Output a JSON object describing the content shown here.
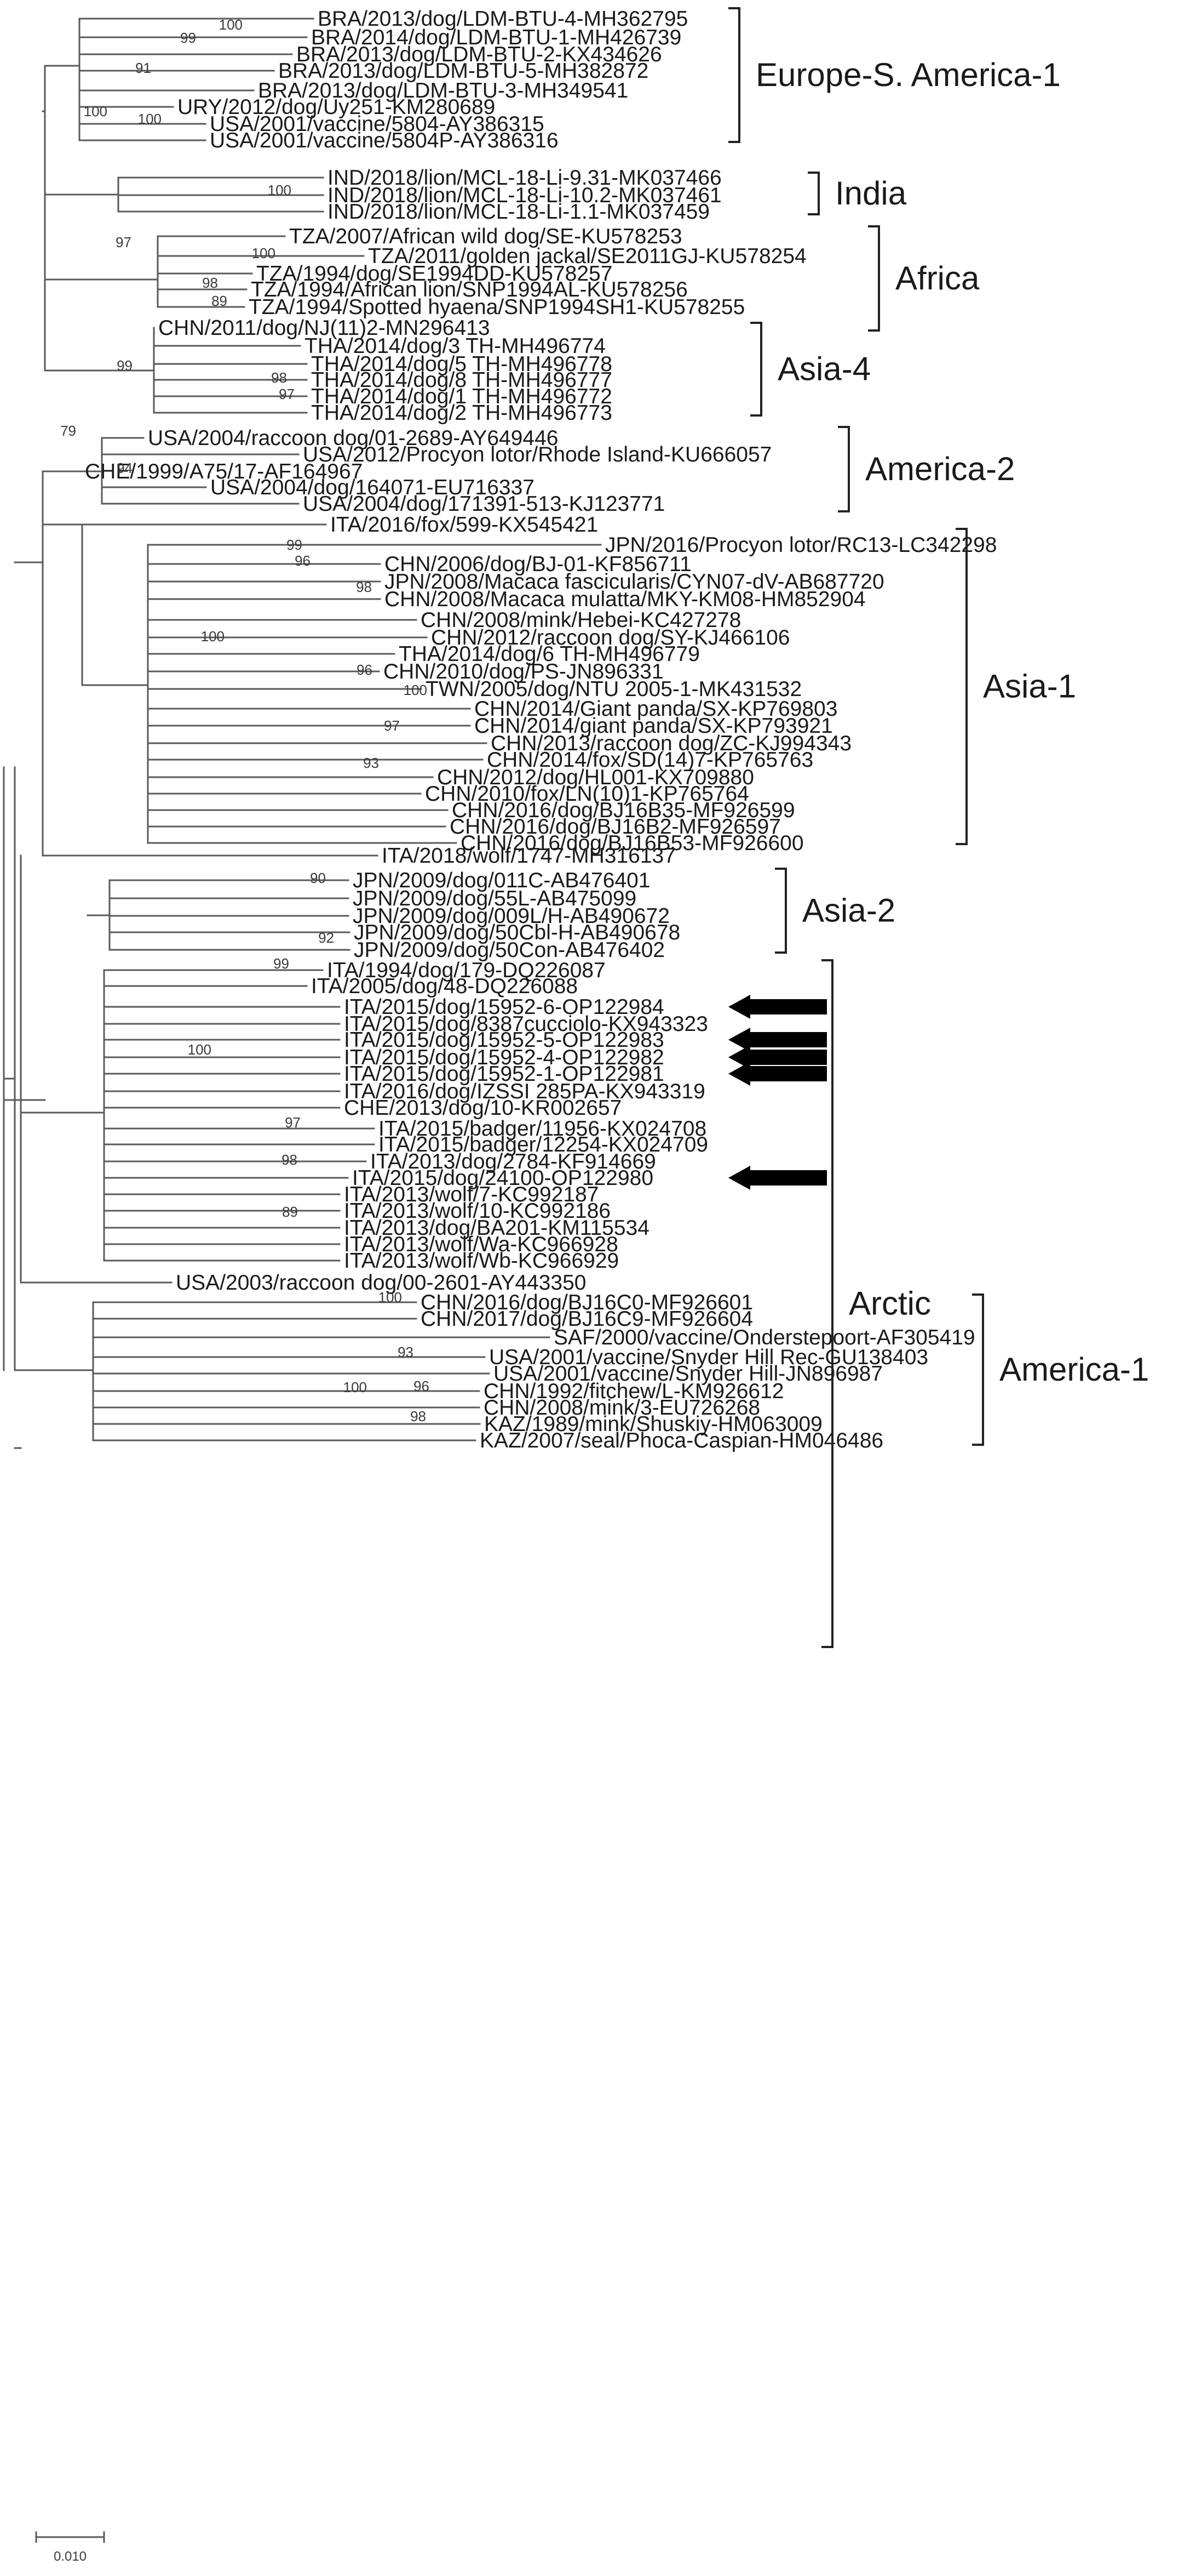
{
  "tree": {
    "tips": [
      "BRA/2013/dog/LDM-BTU-4-MH362795",
      "BRA/2014/dog/LDM-BTU-1-MH426739",
      "BRA/2013/dog/LDM-BTU-2-KX434626",
      "BRA/2013/dog/LDM-BTU-5-MH382872",
      "BRA/2013/dog/LDM-BTU-3-MH349541",
      "URY/2012/dog/Uy251-KM280689",
      "USA/2001/vaccine/5804-AY386315",
      "USA/2001/vaccine/5804P-AY386316",
      "IND/2018/lion/MCL-18-Li-9.31-MK037466",
      "IND/2018/lion/MCL-18-Li-10.2-MK037461",
      "IND/2018/lion/MCL-18-Li-1.1-MK037459",
      "TZA/2007/African wild dog/SE-KU578253",
      "TZA/2011/golden jackal/SE2011GJ-KU578254",
      "TZA/1994/dog/SE1994DD-KU578257",
      "TZA/1994/African lion/SNP1994AL-KU578256",
      "TZA/1994/Spotted hyaena/SNP1994SH1-KU578255",
      "CHN/2011/dog/NJ(11)2-MN296413",
      "THA/2014/dog/3 TH-MH496774",
      "THA/2014/dog/5 TH-MH496778",
      "THA/2014/dog/8 TH-MH496777",
      "THA/2014/dog/1 TH-MH496772",
      "THA/2014/dog/2 TH-MH496773",
      "USA/2004/raccoon dog/01-2689-AY649446",
      "USA/2012/Procyon lotor/Rhode Island-KU666057",
      "CHE/1999/A75/17-AF164967",
      "USA/2004/dog/164071-EU716337",
      "USA/2004/dog/171391-513-KJ123771",
      "ITA/2016/fox/599-KX545421",
      "JPN/2016/Procyon lotor/RC13-LC342298",
      "CHN/2006/dog/BJ-01-KF856711",
      "JPN/2008/Macaca fascicularis/CYN07-dV-AB687720",
      "CHN/2008/Macaca mulatta/MKY-KM08-HM852904",
      "CHN/2008/mink/Hebei-KC427278",
      "CHN/2012/raccoon dog/SY-KJ466106",
      "THA/2014/dog/6 TH-MH496779",
      "CHN/2010/dog/PS-JN896331",
      "TWN/2005/dog/NTU 2005-1-MK431532",
      "CHN/2014/Giant panda/SX-KP769803",
      "CHN/2014/giant panda/SX-KP793921",
      "CHN/2013/raccoon dog/ZC-KJ994343",
      "CHN/2014/fox/SD(14)7-KP765763",
      "CHN/2012/dog/HL001-KX709880",
      "CHN/2010/fox/LN(10)1-KP765764",
      "CHN/2016/dog/BJ16B35-MF926599",
      "CHN/2016/dog/BJ16B2-MF926597",
      "CHN/2016/dog/BJ16B53-MF926600",
      "ITA/2018/wolf/1747-MH316137",
      "JPN/2009/dog/011C-AB476401",
      "JPN/2009/dog/55L-AB475099",
      "JPN/2009/dog/009L/H-AB490672",
      "JPN/2009/dog/50Cbl-H-AB490678",
      "JPN/2009/dog/50Con-AB476402",
      "ITA/1994/dog/179-DQ226087",
      "ITA/2005/dog/48-DQ226088",
      "ITA/2015/dog/15952-6-OP122984",
      "ITA/2015/dog/8387cucciolo-KX943323",
      "ITA/2015/dog/15952-5-OP122983",
      "ITA/2015/dog/15952-4-OP122982",
      "ITA/2015/dog/15952-1-OP122981",
      "ITA/2016/dog/IZSSI 285PA-KX943319",
      "CHE/2013/dog/10-KR002657",
      "ITA/2015/badger/11956-KX024708",
      "ITA/2015/badger/12254-KX024709",
      "ITA/2013/dog/2784-KF914669",
      "ITA/2015/dog/24100-OP122980",
      "ITA/2013/wolf/7-KC992187",
      "ITA/2013/wolf/10-KC992186",
      "ITA/2013/dog/BA201-KM115534",
      "ITA/2013/wolf/Wa-KC966928",
      "ITA/2013/wolf/Wb-KC966929",
      "USA/2003/raccoon dog/00-2601-AY443350",
      "CHN/2016/dog/BJ16C0-MF926601",
      "CHN/2017/dog/BJ16C9-MF926604",
      "SAF/2000/vaccine/Onderstepoort-AF305419",
      "USA/2001/vaccine/Snyder Hill Rec-GU138403",
      "USA/2001/vaccine/Snyder Hill-JN896987",
      "CHN/1992/fitchew/L-KM926612",
      "CHN/2008/mink/3-EU726268",
      "KAZ/1989/mink/Shuskiy-HM063009",
      "KAZ/2007/seal/Phoca-Caspian-HM046486"
    ],
    "bootstraps": [
      "100",
      "99",
      "91",
      "100",
      "100",
      "100",
      "97",
      "100",
      "98",
      "89",
      "99",
      "98",
      "97",
      "79",
      "94",
      "99",
      "96",
      "100",
      "98",
      "96",
      "100",
      "97",
      "93",
      "90",
      "92",
      "99",
      "100",
      "97",
      "98",
      "89",
      "100",
      "93",
      "100",
      "96",
      "98"
    ],
    "clades": [
      "Europe-S. America-1",
      "India",
      "Africa",
      "Asia-4",
      "America-2",
      "Asia-1",
      "Asia-2",
      "Arctic",
      "America-1"
    ],
    "scale_label": "0.010",
    "highlight_arrow_tips": [
      "ITA/2015/dog/15952-6-OP122984",
      "ITA/2015/dog/15952-5-OP122983",
      "ITA/2015/dog/15952-4-OP122982",
      "ITA/2015/dog/15952-1-OP122981",
      "ITA/2015/dog/24100-OP122980"
    ]
  }
}
